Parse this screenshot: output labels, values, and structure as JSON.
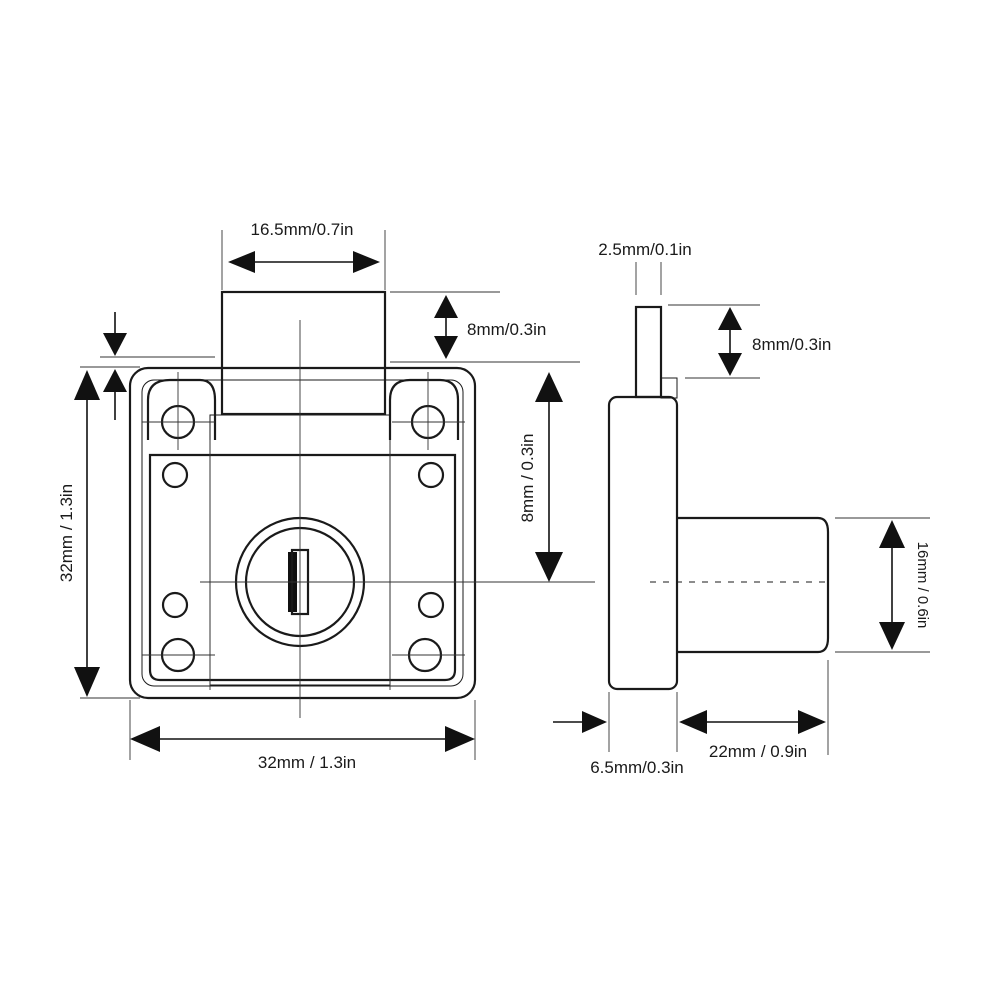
{
  "front_view": {
    "top_width_label": "16.5mm/0.7in",
    "top_height_label": "8mm/0.3in",
    "side_height_label": "8mm / 0.3in",
    "body_height_label": "32mm / 1.3in",
    "body_width_label": "32mm / 1.3in"
  },
  "side_view": {
    "bolt_thickness_label": "2.5mm/0.1in",
    "bolt_height_label": "8mm/0.3in",
    "cylinder_height_label": "16mm / 0.6in",
    "plate_thickness_label": "6.5mm/0.3in",
    "cylinder_length_label": "22mm / 0.9in"
  }
}
